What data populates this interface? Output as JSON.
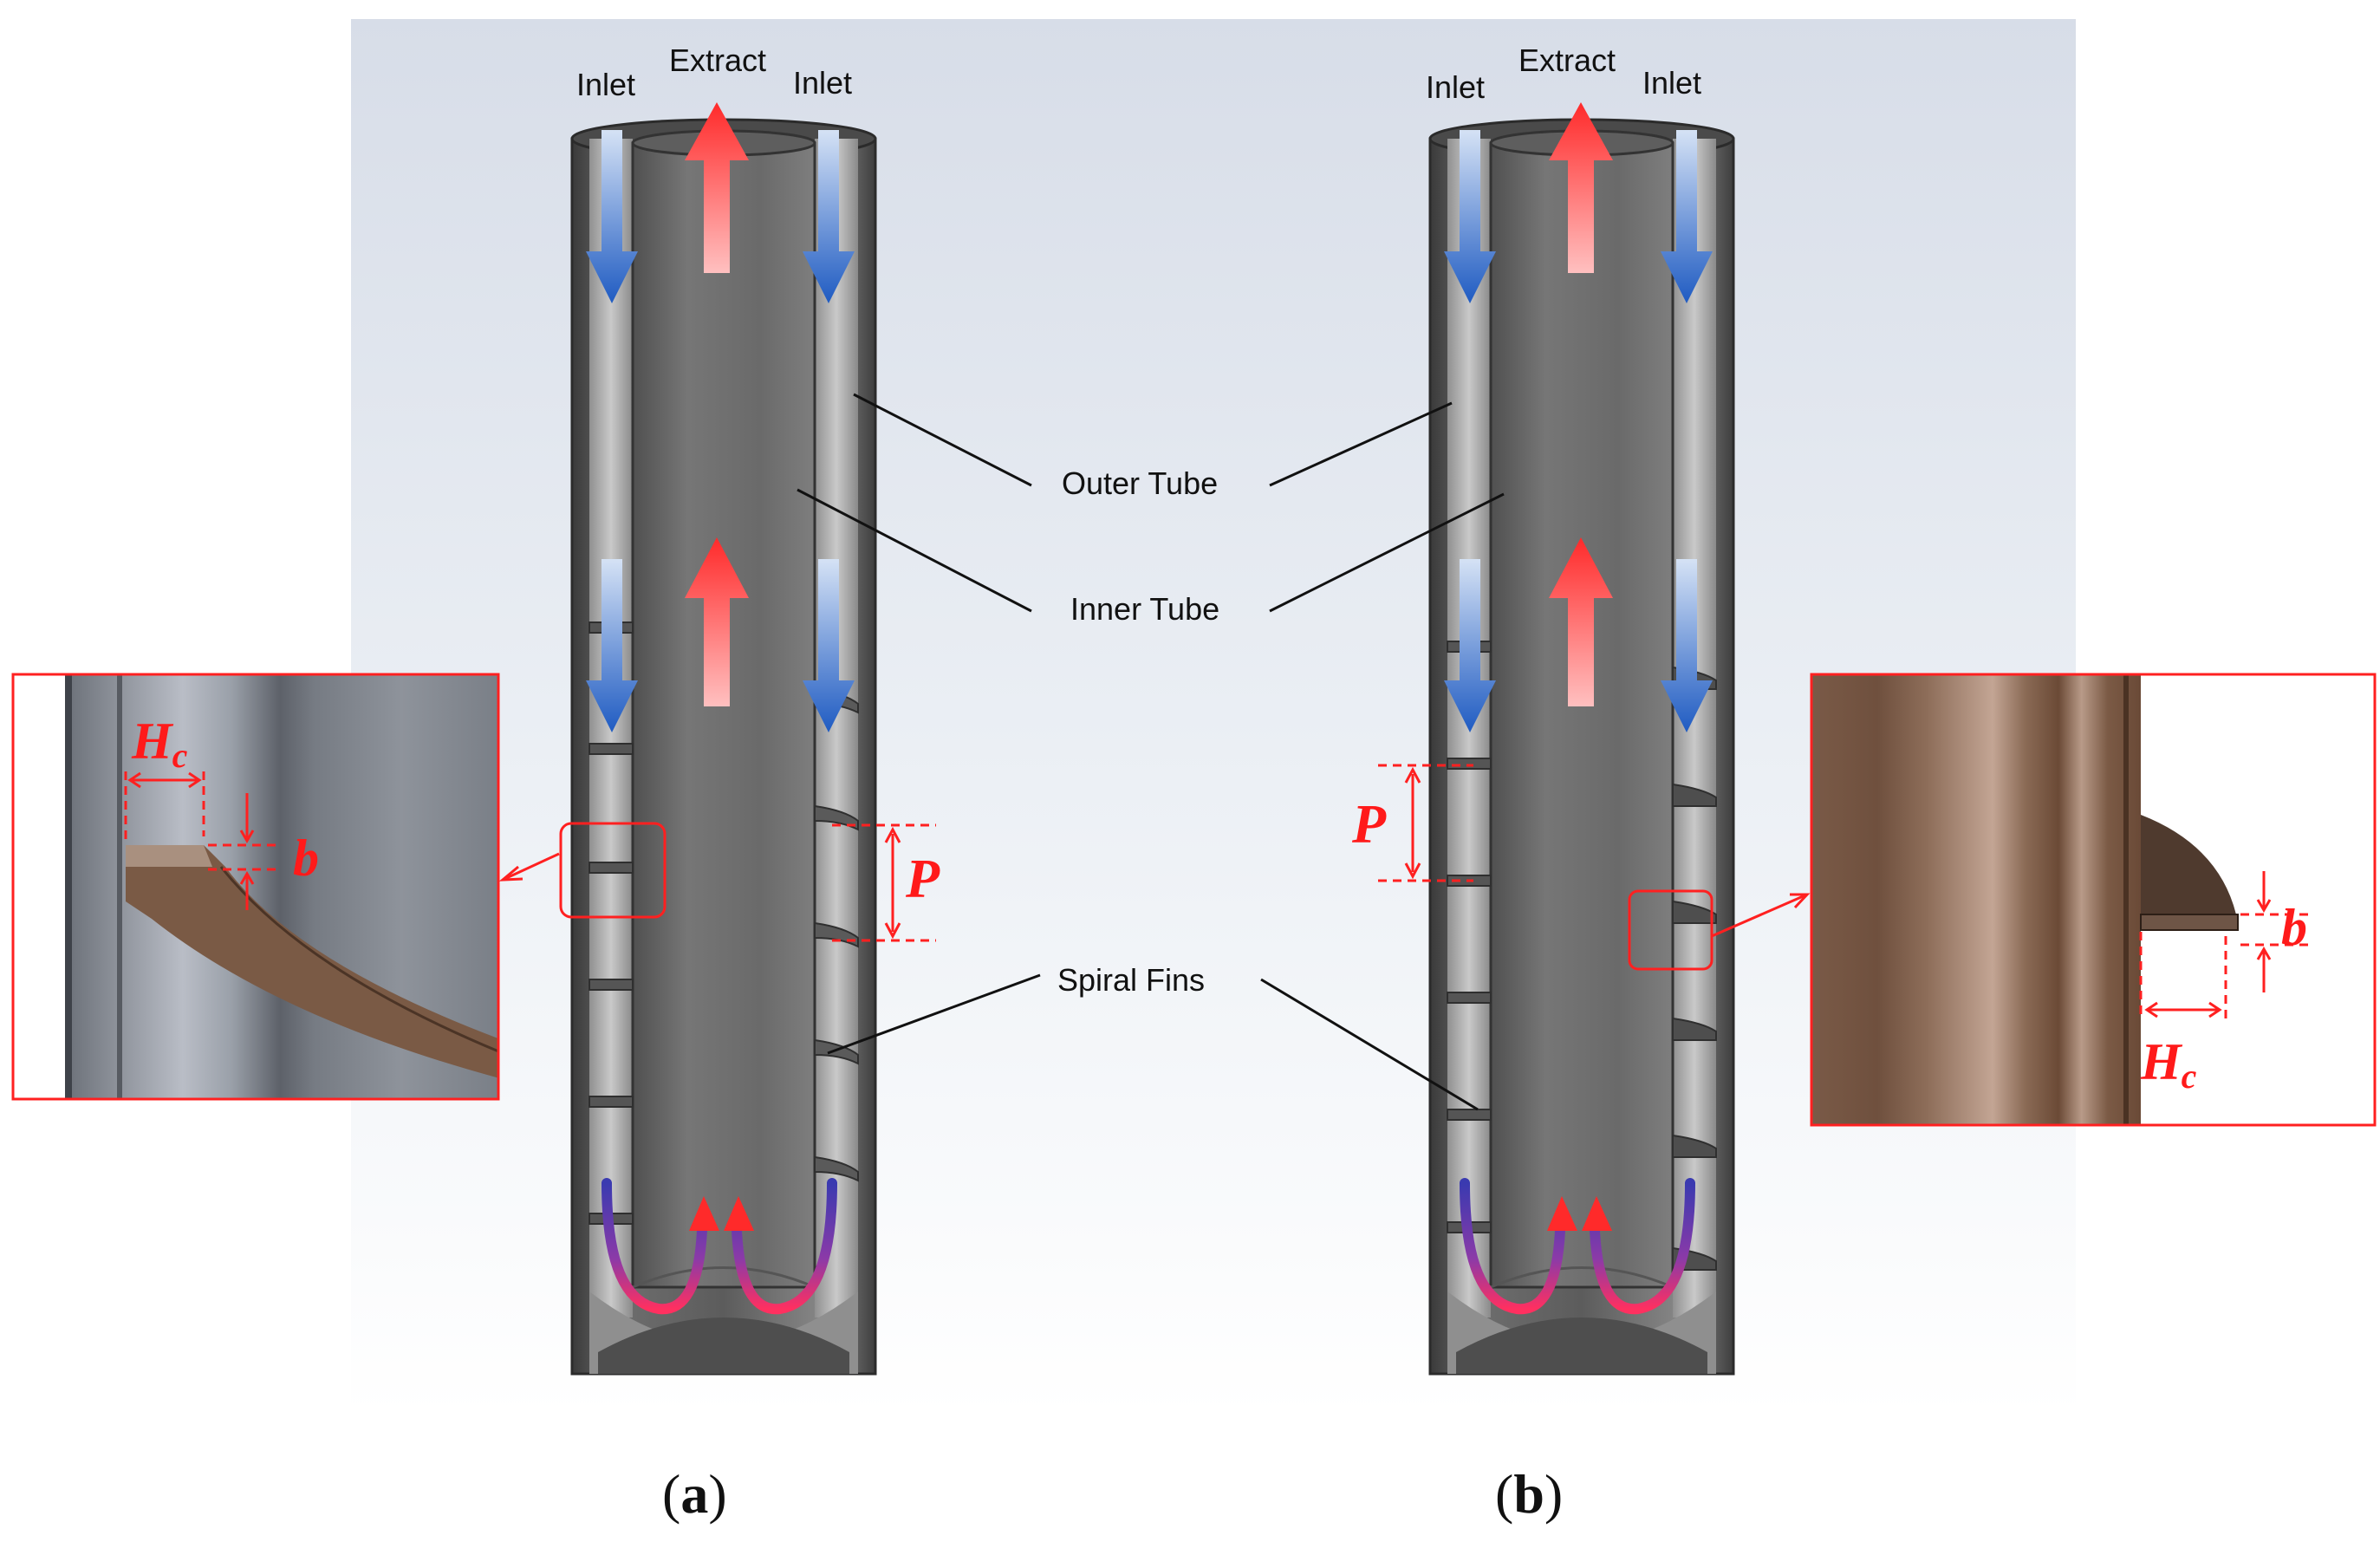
{
  "labels": {
    "inlet": "Inlet",
    "extract": "Extract",
    "outer_tube": "Outer Tube",
    "inner_tube": "Inner Tube",
    "spiral_fins": "Spiral Fins"
  },
  "dimensions": {
    "hc_main": "H",
    "hc_sub": "c",
    "b": "b",
    "p": "P"
  },
  "panels": [
    {
      "id": "a",
      "caption_open": "(",
      "caption_letter": "a",
      "caption_close": ")"
    },
    {
      "id": "b",
      "caption_open": "(",
      "caption_letter": "b",
      "caption_close": ")"
    }
  ],
  "colors": {
    "extract_arrow": "#ff3b3b",
    "inlet_arrow": "#2a62c4",
    "callout": "#ff2020",
    "tube_dark": "#5a5a5a",
    "fin_brown": "#7a5a45"
  }
}
